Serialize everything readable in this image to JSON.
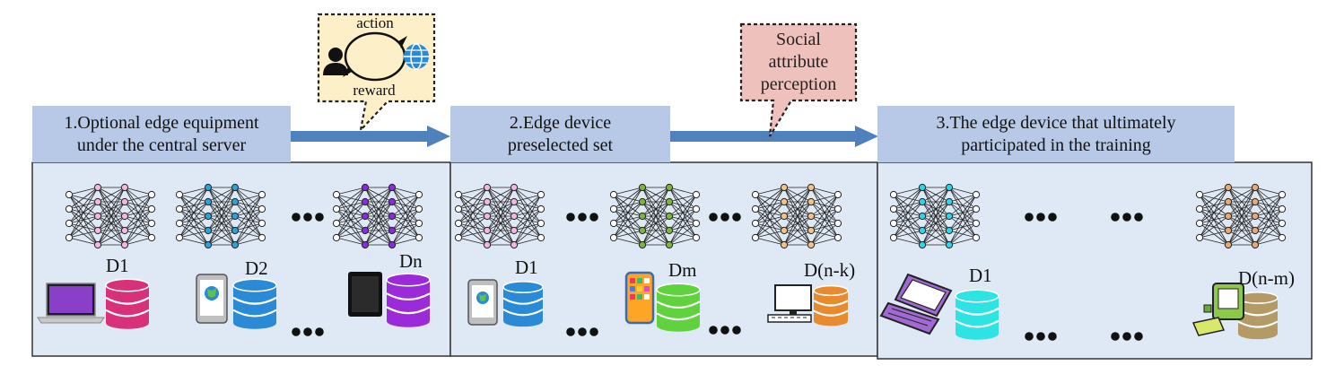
{
  "stages": [
    {
      "label": "1.Optional edge equipment\nunder the central server"
    },
    {
      "label": "2.Edge  device\npreselected set"
    },
    {
      "label": "3.The edge device that ultimately\nparticipated in the training"
    }
  ],
  "rl_callout": {
    "action": "action",
    "reward": "reward",
    "agent_icon": "person-icon",
    "env_icon": "globe-icon"
  },
  "social_callout": {
    "lines": [
      "Social",
      "attribute",
      "perception"
    ]
  },
  "devices": {
    "stage1": [
      "D1",
      "D2",
      "Dn"
    ],
    "stage2": [
      "D1",
      "Dm",
      "D(n-k)"
    ],
    "stage3": [
      "D1",
      "D(n-m)"
    ]
  },
  "colors": {
    "panel": "#dfe9f5",
    "header": "#b7c9e6",
    "arrow": "#4f81bd",
    "callout_rl": "#fdf0c8",
    "callout_social": "#efc1bd",
    "db_pink": "#d8317a",
    "db_blue": "#2a8ad6",
    "db_purple": "#9b2bd8",
    "db_green": "#5fd23d",
    "db_orange": "#e88a2e",
    "db_cyan": "#2ee3e3",
    "db_tan": "#b49a66"
  }
}
